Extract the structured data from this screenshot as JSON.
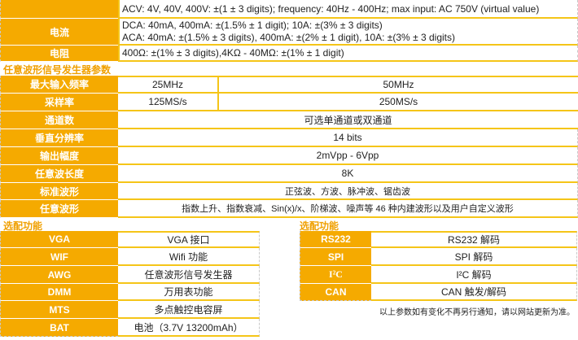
{
  "multimeter": {
    "rows": [
      {
        "label": "",
        "lines": [
          "ACV: 4V, 40V, 400V:  ±(1  ±  3 digits); frequency: 40Hz - 400Hz; max input: AC 750V (virtual value)"
        ]
      },
      {
        "label": "电流",
        "lines": [
          "DCA: 40mA, 400mA:  ±(1.5%  ± 1 digit); 10A:  ±(3%  ±  3 digits)",
          "ACA: 40mA:  ±(1.5%  ±  3 digits), 400mA:  ±(2%  ± 1 digit), 10A:  ±(3%  ±  3 digits)"
        ]
      },
      {
        "label": "电阻",
        "lines": [
          "400Ω:  ±(1%  ±  3 digits),4KΩ  - 40MΩ:  ±(1%  ±  1 digit)"
        ]
      }
    ]
  },
  "awg": {
    "heading": "任意波形信号发生器参数",
    "rows": [
      {
        "label": "最大输入频率",
        "values": [
          "25MHz",
          "50MHz"
        ]
      },
      {
        "label": "采样率",
        "values": [
          "125MS/s",
          "250MS/s"
        ]
      },
      {
        "label": "通道数",
        "value": "可选单通道或双通道"
      },
      {
        "label": "垂直分辨率",
        "value": "14 bits"
      },
      {
        "label": "输出幅度",
        "value": "2mVpp - 6Vpp"
      },
      {
        "label": "任意波长度",
        "value": "8K"
      },
      {
        "label": "标准波形",
        "value": "正弦波、方波、脉冲波、锯齿波"
      },
      {
        "label": "任意波形",
        "value": "指数上升、指数衰减、Sin(x)/x、阶梯波、噪声等 46 种内建波形以及用户自定义波形"
      }
    ]
  },
  "options_left": {
    "heading": "选配功能",
    "rows": [
      {
        "label": "VGA",
        "value": "VGA 接口"
      },
      {
        "label": "WIF",
        "value": "Wifi  功能"
      },
      {
        "label": "AWG",
        "value": "任意波形信号发生器"
      },
      {
        "label": "DMM",
        "value": "万用表功能"
      },
      {
        "label": "MTS",
        "value": "多点触控电容屏"
      },
      {
        "label": "BAT",
        "value": "电池（3.7V 13200mAh）"
      }
    ]
  },
  "options_right": {
    "heading": "选配功能",
    "rows": [
      {
        "label": "RS232",
        "value": "RS232 解码"
      },
      {
        "label": "SPI",
        "value": "SPI 解码"
      },
      {
        "label": "I²C",
        "value": "I²C 解码"
      },
      {
        "label": "CAN",
        "value": "CAN 触发/解码"
      }
    ]
  },
  "footnote": "以上参数如有变化不再另行通知，请以网站更新为准。",
  "colors": {
    "label_fill": "#F5AA00",
    "border": "#F5C518",
    "heading": "#F0A000"
  }
}
